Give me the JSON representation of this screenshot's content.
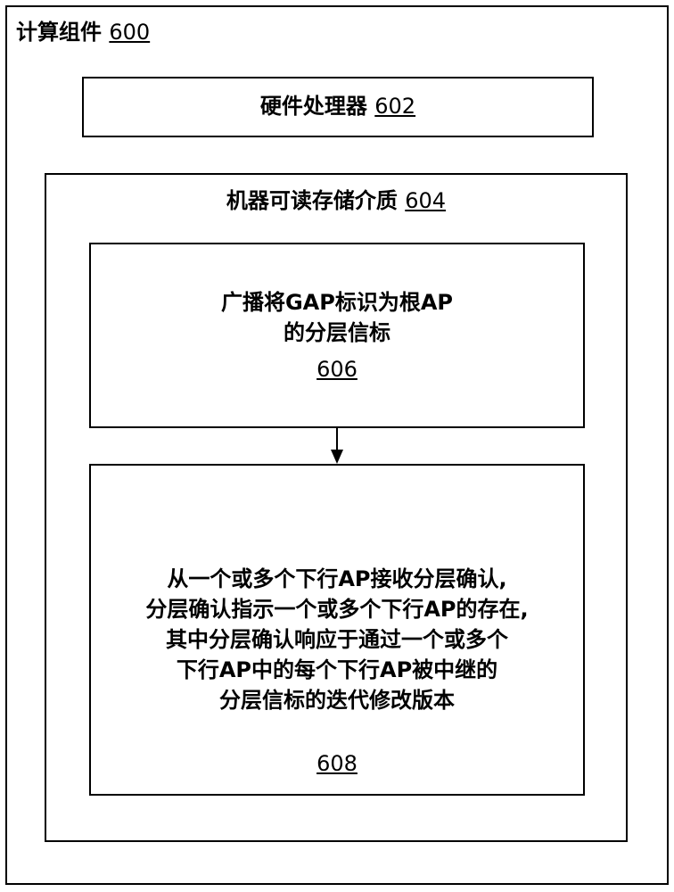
{
  "outer": {
    "title": "计算组件",
    "ref": "600"
  },
  "processor": {
    "title": "硬件处理器",
    "ref": "602"
  },
  "medium": {
    "title": "机器可读存储介质",
    "ref": "604"
  },
  "step_606": {
    "lines": [
      "广播将GAP标识为根AP",
      "的分层信标"
    ],
    "ref": "606"
  },
  "step_608": {
    "lines": [
      "从一个或多个下行AP接收分层确认,",
      "分层确认指示一个或多个下行AP的存在,",
      "其中分层确认响应于通过一个或多个",
      "下行AP中的每个下行AP被中继的",
      "分层信标的迭代修改版本"
    ],
    "ref": "608"
  }
}
